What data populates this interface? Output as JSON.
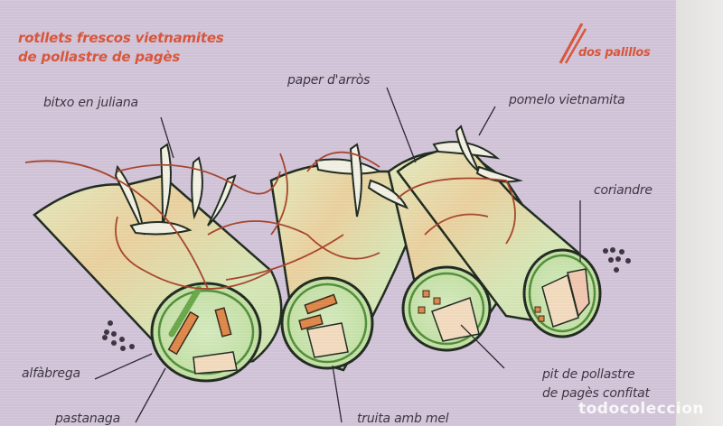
{
  "card": {
    "title_lines": [
      "rotllets frescos vietnamites",
      "de pollastre de pagès"
    ],
    "brand": "dos palillos",
    "background_color": "#d4c6da",
    "accent_color": "#d9553a"
  },
  "labels": {
    "chili": "bitxo en juliana",
    "rice_paper": "paper d'arròs",
    "pomelo": "pomelo vietnamita",
    "coriander": "coriandre",
    "basil": "alfàbrega",
    "carrot": "pastanaga",
    "omelette": "truita amb mel",
    "chicken_line1": "pit de pollastre",
    "chicken_line2": "de pagès confitat"
  },
  "watermark": "todocoleccion"
}
